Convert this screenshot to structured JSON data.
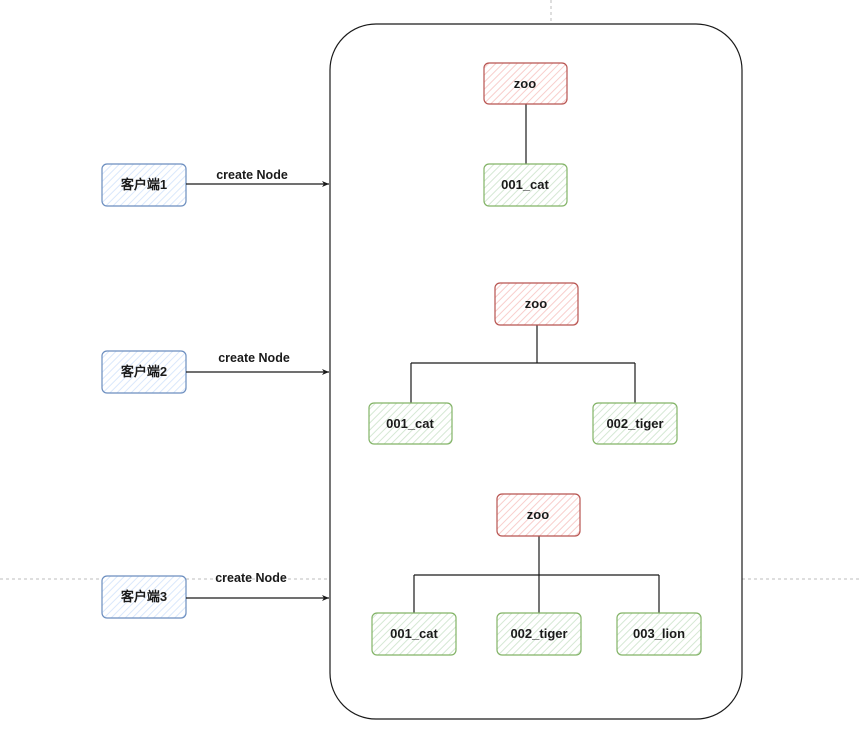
{
  "colors": {
    "client_border": "#6c8ebf",
    "client_fill": "#dae8fc",
    "zoo_border": "#b85450",
    "zoo_fill": "#f8cecc",
    "leaf_border": "#82b366",
    "leaf_fill": "#d5e8d4",
    "line": "#1a1a1a",
    "guide": "#bdbdbd"
  },
  "clients": [
    {
      "label": "客户端1",
      "edge_label": "create Node"
    },
    {
      "label": "客户端2",
      "edge_label": "create Node"
    },
    {
      "label": "客户端3",
      "edge_label": "create Node"
    }
  ],
  "trees": [
    {
      "root": "zoo",
      "children": [
        "001_cat"
      ]
    },
    {
      "root": "zoo",
      "children": [
        "001_cat",
        "002_tiger"
      ]
    },
    {
      "root": "zoo",
      "children": [
        "001_cat",
        "002_tiger",
        "003_lion"
      ]
    }
  ]
}
